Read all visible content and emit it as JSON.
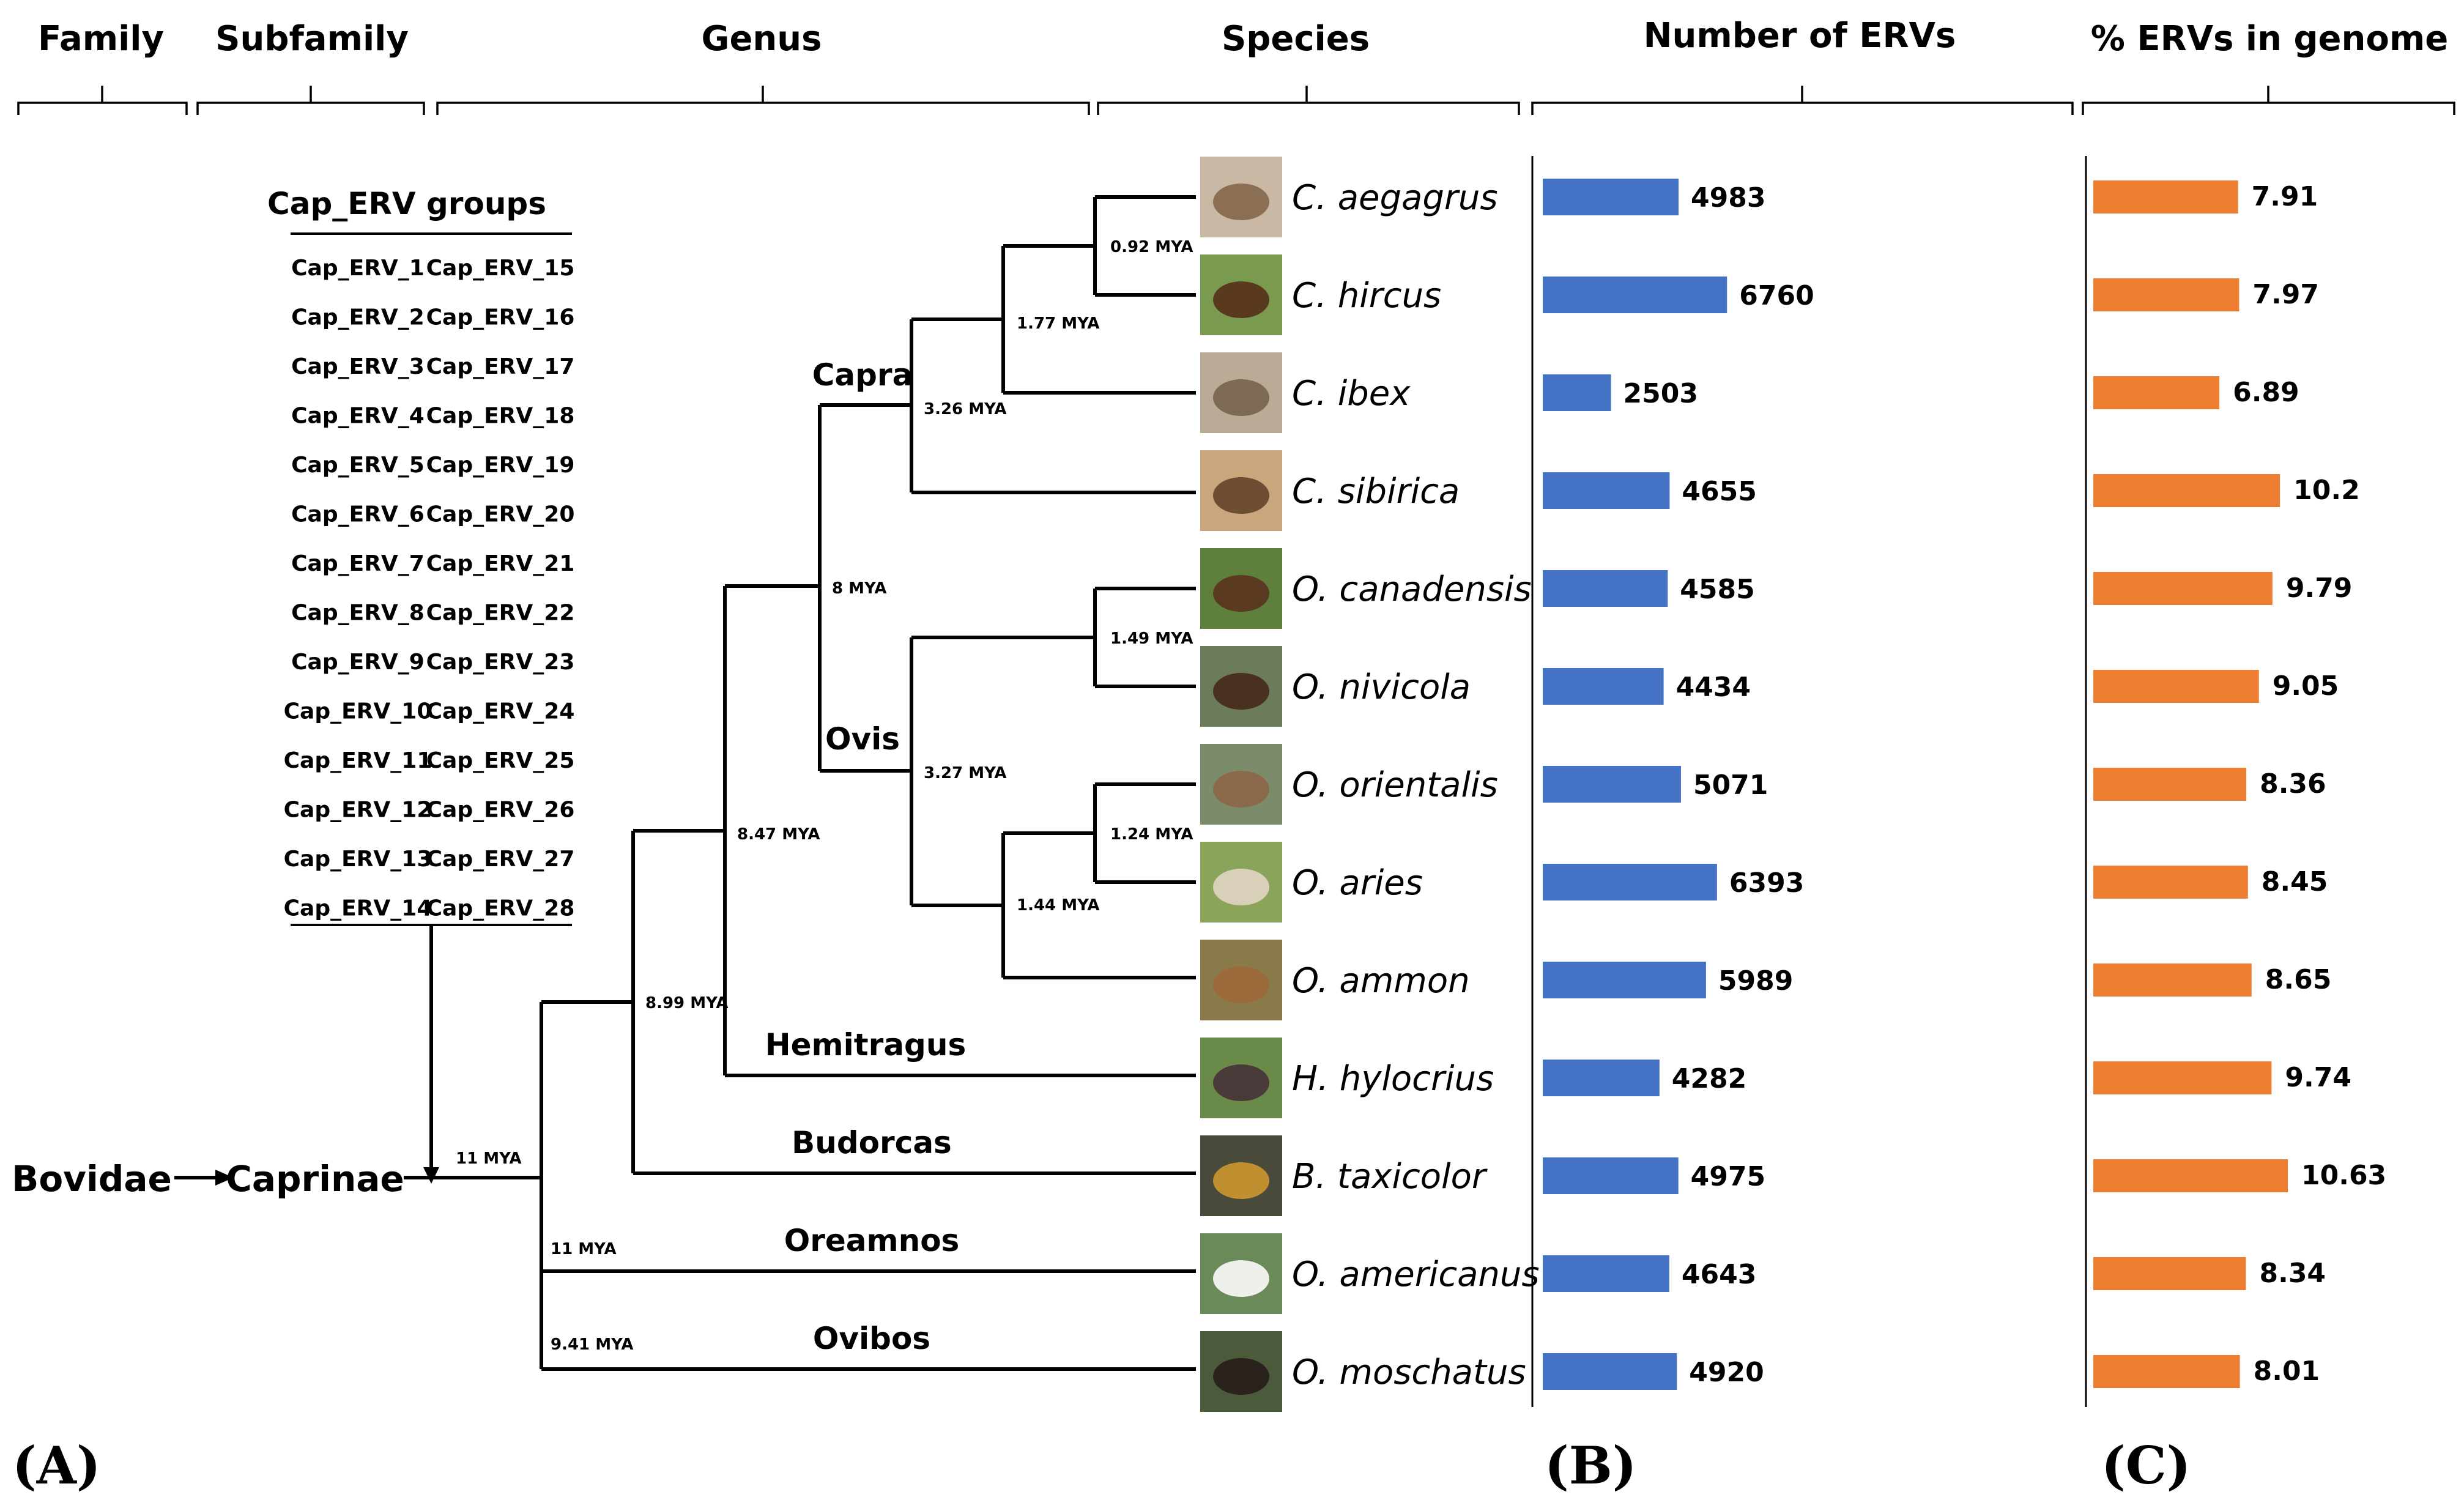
{
  "headers": {
    "family": "Family",
    "subfamily": "Subfamily",
    "genus": "Genus",
    "species": "Species",
    "number": "Number of ERVs",
    "percent": "% ERVs in genome"
  },
  "erv_groups": {
    "title": "Cap_ERV groups",
    "col1": [
      "Cap_ERV_1",
      "Cap_ERV_2",
      "Cap_ERV_3",
      "Cap_ERV_4",
      "Cap_ERV_5",
      "Cap_ERV_6",
      "Cap_ERV_7",
      "Cap_ERV_8",
      "Cap_ERV_9",
      "Cap_ERV_10",
      "Cap_ERV_11",
      "Cap_ERV_12",
      "Cap_ERV_13",
      "Cap_ERV_14"
    ],
    "col2": [
      "Cap_ERV_15",
      "Cap_ERV_16",
      "Cap_ERV_17",
      "Cap_ERV_18",
      "Cap_ERV_19",
      "Cap_ERV_20",
      "Cap_ERV_21",
      "Cap_ERV_22",
      "Cap_ERV_23",
      "Cap_ERV_24",
      "Cap_ERV_25",
      "Cap_ERV_26",
      "Cap_ERV_27",
      "Cap_ERV_28"
    ]
  },
  "taxonomy": {
    "family": "Bovidae",
    "subfamily": "Caprinae"
  },
  "genera": [
    "Capra",
    "Ovis",
    "Hemitragus",
    "Budorcas",
    "Oreamnos",
    "Ovibos"
  ],
  "divergence_times": [
    "0.92 MYA",
    "1.77 MYA",
    "3.26 MYA",
    "8 MYA",
    "1.49 MYA",
    "3.27 MYA",
    "1.24 MYA",
    "1.44 MYA",
    "8.47 MYA",
    "8.99 MYA",
    "11 MYA",
    "11 MYA",
    "9.41 MYA"
  ],
  "panel_labels": [
    "(A)",
    "(B)",
    "(C)"
  ],
  "colors": {
    "number_bars": "#4472C4",
    "percent_bars": "#ED7D31"
  },
  "chart_data": [
    {
      "type": "bar",
      "orientation": "horizontal",
      "title": "Number of ERVs",
      "categories": [
        "C. aegagrus",
        "C. hircus",
        "C. ibex",
        "C. sibirica",
        "O. canadensis",
        "O. nivicola",
        "O. orientalis",
        "O. aries",
        "O. ammon",
        "H. hylocrius",
        "B. taxicolor",
        "O. americanus",
        "O. moschatus"
      ],
      "values": [
        4983,
        6760,
        2503,
        4655,
        4585,
        4434,
        5071,
        6393,
        5989,
        4282,
        4975,
        4643,
        4920
      ],
      "xlim": [
        0,
        8000
      ],
      "grid": false
    },
    {
      "type": "bar",
      "orientation": "horizontal",
      "title": "% ERVs in genome",
      "categories": [
        "C. aegagrus",
        "C. hircus",
        "C. ibex",
        "C. sibirica",
        "O. canadensis",
        "O. nivicola",
        "O. orientalis",
        "O. aries",
        "O. ammon",
        "H. hylocrius",
        "B. taxicolor",
        "O. americanus",
        "O. moschatus"
      ],
      "values": [
        "7.91",
        "7.97",
        "6.89",
        "10.2",
        "9.79",
        "9.05",
        "8.36",
        "8.45",
        "8.65",
        "9.74",
        "10.63",
        "8.34",
        "8.01"
      ],
      "xlim": [
        0,
        13
      ],
      "grid": false
    }
  ]
}
